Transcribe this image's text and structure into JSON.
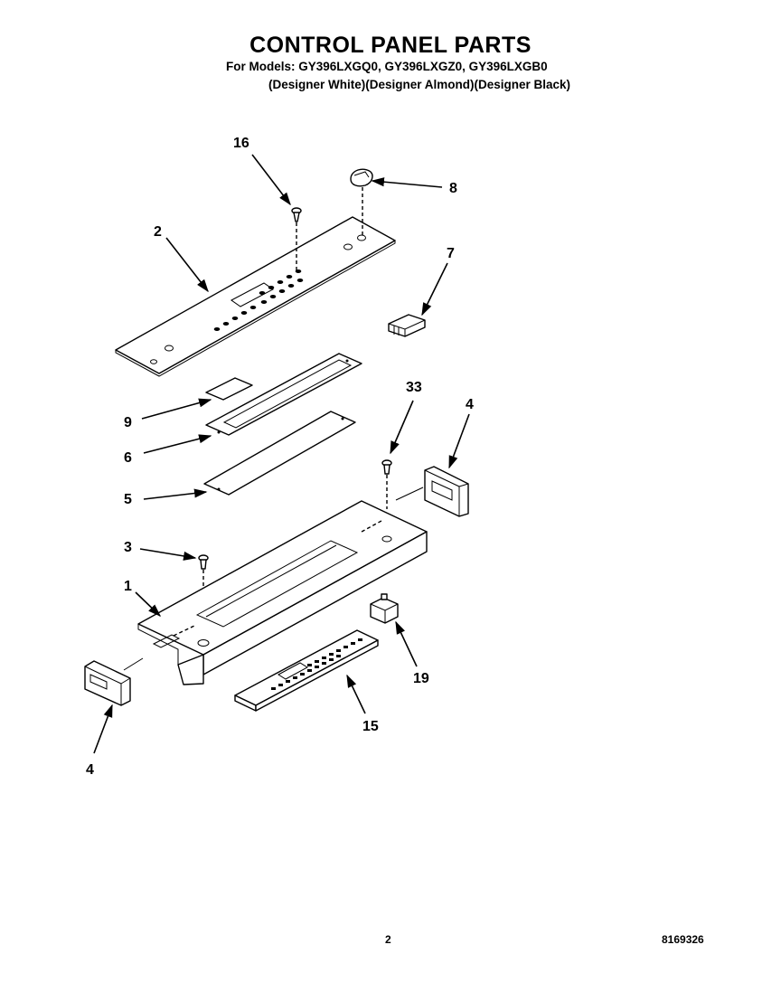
{
  "header": {
    "title": "CONTROL PANEL PARTS",
    "models_line": "For Models: GY396LXGQ0, GY396LXGZ0, GY396LXGB0",
    "colors_line": "(Designer White)(Designer Almond)(Designer Black)"
  },
  "footer": {
    "page_number": "2",
    "doc_number": "8169326"
  },
  "callouts": {
    "c16": "16",
    "c8": "8",
    "c2": "2",
    "c7": "7",
    "c9": "9",
    "c6": "6",
    "c33": "33",
    "c4_right": "4",
    "c5": "5",
    "c3": "3",
    "c1": "1",
    "c19": "19",
    "c15": "15",
    "c4_left": "4"
  }
}
